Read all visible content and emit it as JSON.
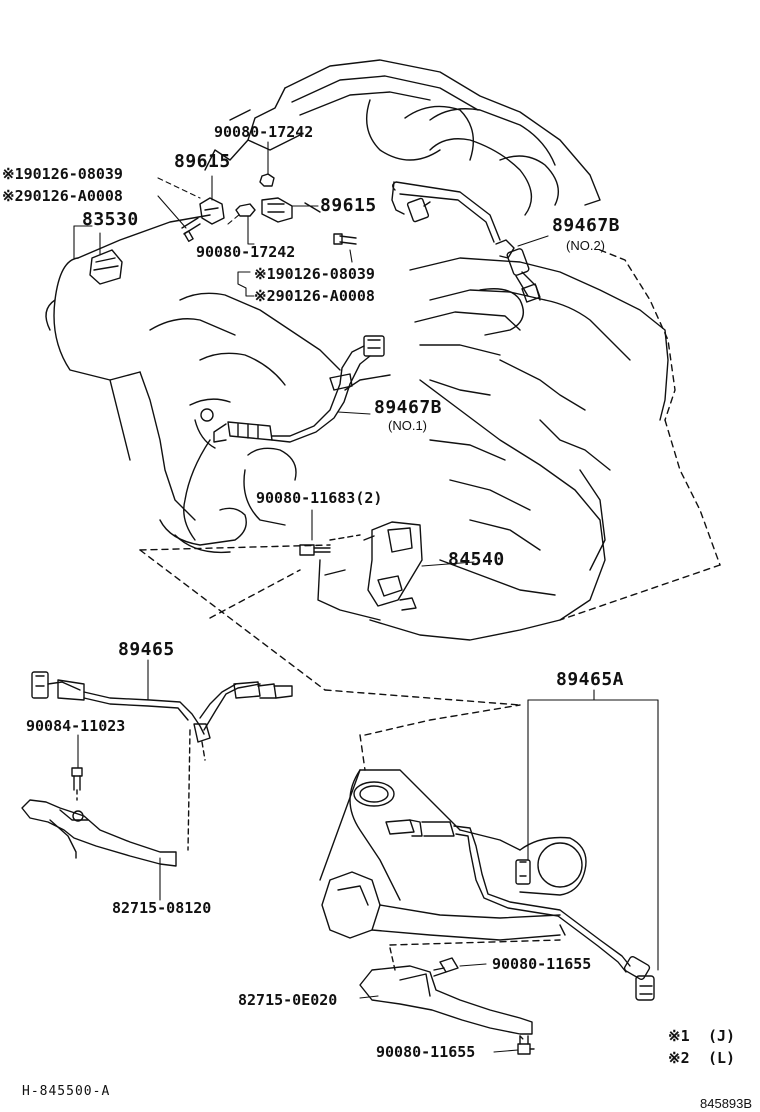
{
  "diagram_title": "",
  "callouts": [
    {
      "id": "p-90080-17242-top",
      "text": "90080-17242"
    },
    {
      "id": "p-1-90126-08039-left",
      "text": "※190126-08039"
    },
    {
      "id": "p-2-90126-a0008-left",
      "text": "※290126-A0008"
    },
    {
      "id": "p-89615-left",
      "text": "89615"
    },
    {
      "id": "p-83530",
      "text": "83530"
    },
    {
      "id": "p-89615-right",
      "text": "89615"
    },
    {
      "id": "p-90080-17242-mid",
      "text": "90080-17242"
    },
    {
      "id": "p-1-90126-08039-mid",
      "text": "※190126-08039"
    },
    {
      "id": "p-2-90126-a0008-mid",
      "text": "※290126-A0008"
    },
    {
      "id": "p-89467b-no2",
      "text": "89467B"
    },
    {
      "id": "p-no2",
      "text": "(NO.2)"
    },
    {
      "id": "p-89467b-no1",
      "text": "89467B"
    },
    {
      "id": "p-no1",
      "text": "(NO.1)"
    },
    {
      "id": "p-90080-11683",
      "text": "90080-11683(2)"
    },
    {
      "id": "p-84540",
      "text": "84540"
    },
    {
      "id": "p-89465",
      "text": "89465"
    },
    {
      "id": "p-90084-11023",
      "text": "90084-11023"
    },
    {
      "id": "p-82715-08120",
      "text": "82715-08120"
    },
    {
      "id": "p-89465a",
      "text": "89465A"
    },
    {
      "id": "p-90080-11655-upper",
      "text": "90080-11655"
    },
    {
      "id": "p-82715-0e020",
      "text": "82715-0E020"
    },
    {
      "id": "p-90080-11655-lower",
      "text": "90080-11655"
    }
  ],
  "legend": [
    {
      "mark": "※1",
      "value": "(J)"
    },
    {
      "mark": "※2",
      "value": "(L)"
    }
  ],
  "footer": {
    "ref": "H-845500-A",
    "image_code": "845893B"
  },
  "icons": [
    "engine-outline",
    "oxygen-sensor",
    "knock-sensor",
    "bolt",
    "bracket",
    "neutral-start-switch"
  ]
}
